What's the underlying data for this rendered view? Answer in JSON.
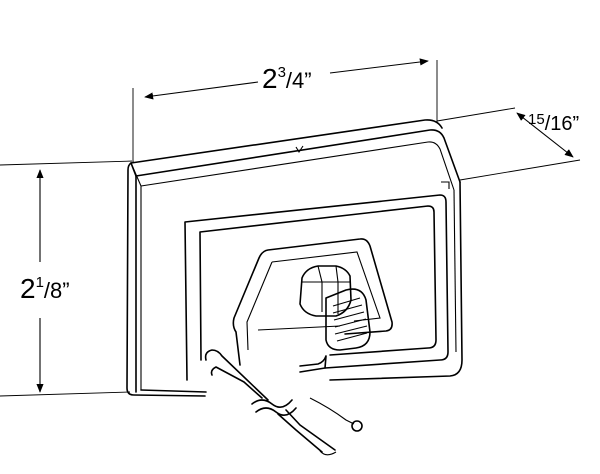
{
  "dimensions": {
    "width": {
      "whole": "2",
      "num": "3",
      "den": "4",
      "unit": "”"
    },
    "height": {
      "whole": "2",
      "num": "1",
      "den": "8",
      "unit": "”"
    },
    "depth": {
      "whole": "",
      "num": "15",
      "den": "16",
      "unit": "”"
    }
  }
}
